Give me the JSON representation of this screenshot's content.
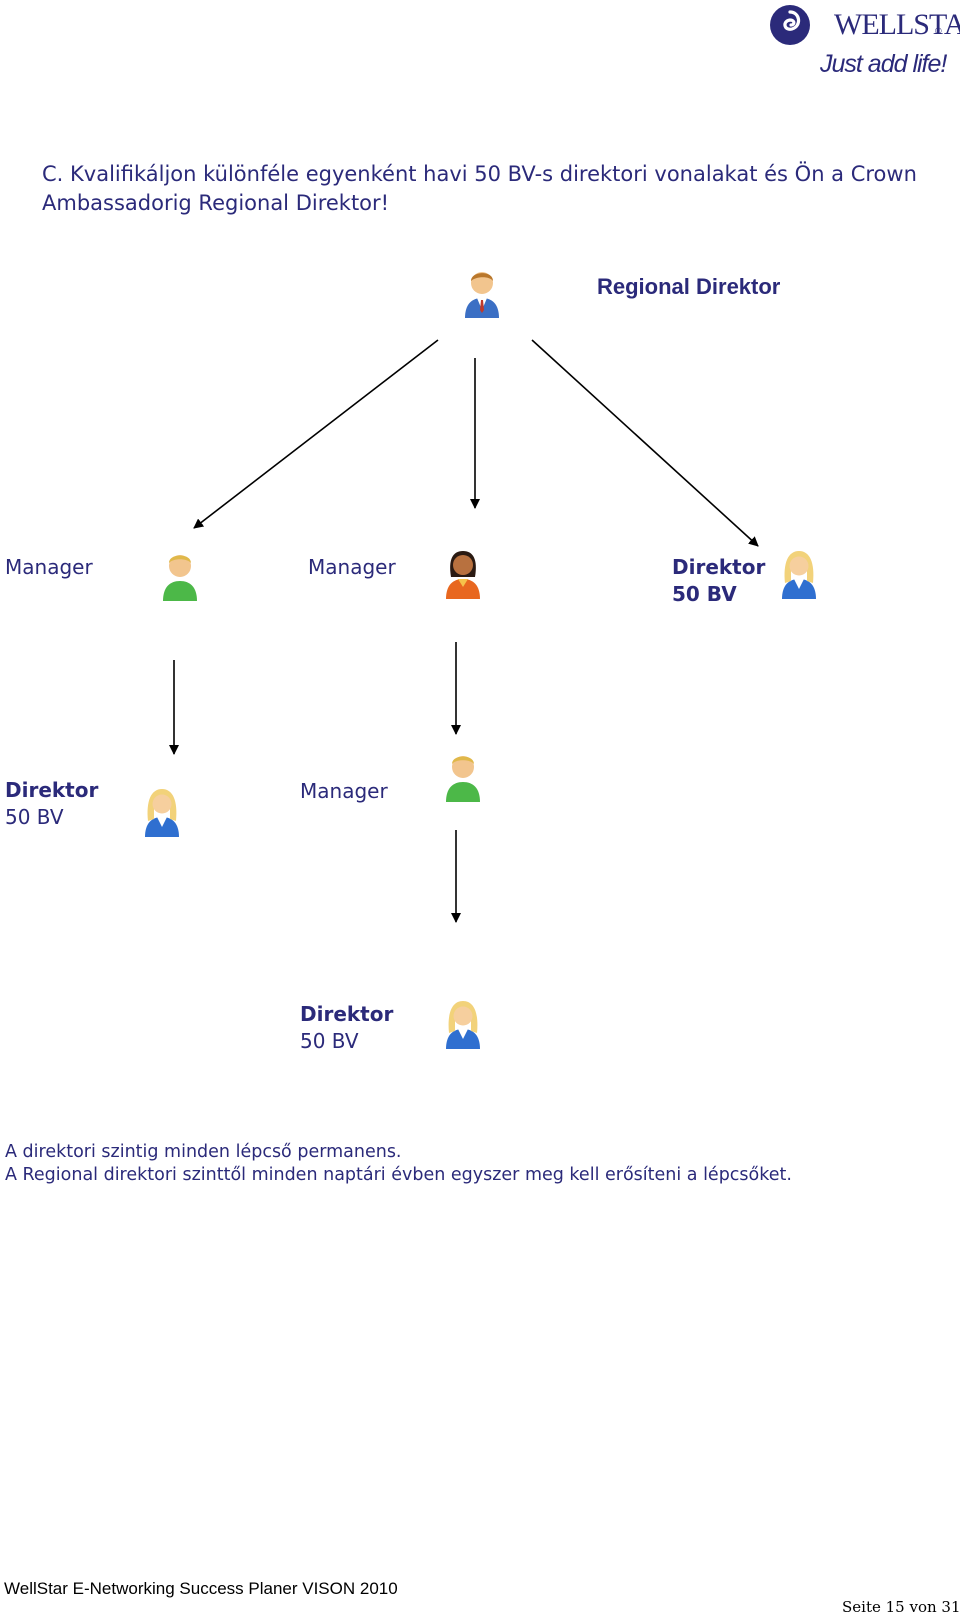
{
  "logo": {
    "name": "WELLSTAR",
    "registered": "®",
    "tagline": "Just add life!"
  },
  "heading": "C. Kvalifikáljon különféle egyenként havi 50 BV-s direktori vonalakat és Ön a Crown Ambassadorig Regional Direktor!",
  "nodes": {
    "root": {
      "title": "Regional Direktor"
    },
    "manager_left": {
      "title": "Manager"
    },
    "manager_mid": {
      "title": "Manager"
    },
    "direktor_right": {
      "title": "Direktor",
      "value": "50 BV"
    },
    "direktor_left": {
      "title": "Direktor",
      "value": "50 BV"
    },
    "manager_level3": {
      "title": "Manager"
    },
    "direktor_bottom": {
      "title": "Direktor",
      "value": "50 BV"
    }
  },
  "notes": {
    "line1": "A direktori szintig minden lépcső permanens.",
    "line2": "A Regional direktori szinttől minden naptári évben egyszer meg kell erősíteni a lépcsőket."
  },
  "footer": {
    "document_title": "WellStar E-Networking Success Planer VISON 2010",
    "page": "Seite 15 von 31"
  },
  "colors": {
    "brand": "#2b2a7a"
  }
}
